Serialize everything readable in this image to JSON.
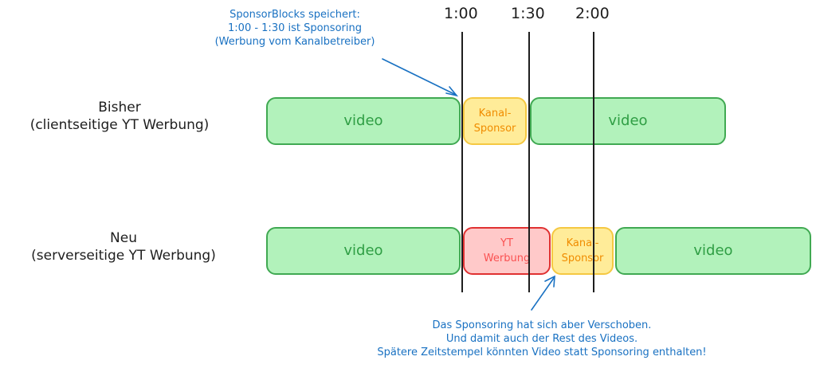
{
  "timeline": {
    "ticks": [
      {
        "label": "1:00"
      },
      {
        "label": "1:30"
      },
      {
        "label": "2:00"
      }
    ]
  },
  "annotations": {
    "top": {
      "lines": [
        "SponsorBlocks speichert:",
        "1:00 - 1:30 ist Sponsoring",
        "(Werbung vom Kanalbetreiber)"
      ]
    },
    "bottom": {
      "lines": [
        "Das Sponsoring hat sich aber Verschoben.",
        "Und damit auch der Rest des Videos.",
        "Spätere Zeitstempel könnten Video statt Sponsoring enthalten!"
      ]
    }
  },
  "rows": [
    {
      "title": "Bisher",
      "subtitle": "(clientseitige YT Werbung)",
      "segments": [
        {
          "type": "video",
          "label": "video"
        },
        {
          "type": "sponsor",
          "label_line1": "Kanal-",
          "label_line2": "Sponsor"
        },
        {
          "type": "video",
          "label": "video"
        }
      ]
    },
    {
      "title": "Neu",
      "subtitle": "(serverseitige YT Werbung)",
      "segments": [
        {
          "type": "video",
          "label": "video"
        },
        {
          "type": "yt-ad",
          "label_line1": "YT",
          "label_line2": "Werbung"
        },
        {
          "type": "sponsor",
          "label_line1": "Kanal-",
          "label_line2": "Sponsor"
        },
        {
          "type": "video",
          "label": "video"
        }
      ]
    }
  ],
  "colors": {
    "video_fill": "#b2f2bb",
    "video_stroke": "#40a952",
    "sponsor_fill": "#ffec99",
    "sponsor_stroke": "#f5c842",
    "yt_ad_fill": "#ffc9c9",
    "yt_ad_stroke": "#e03131",
    "annotation": "#1971c2",
    "line": "#1e1e1e"
  }
}
